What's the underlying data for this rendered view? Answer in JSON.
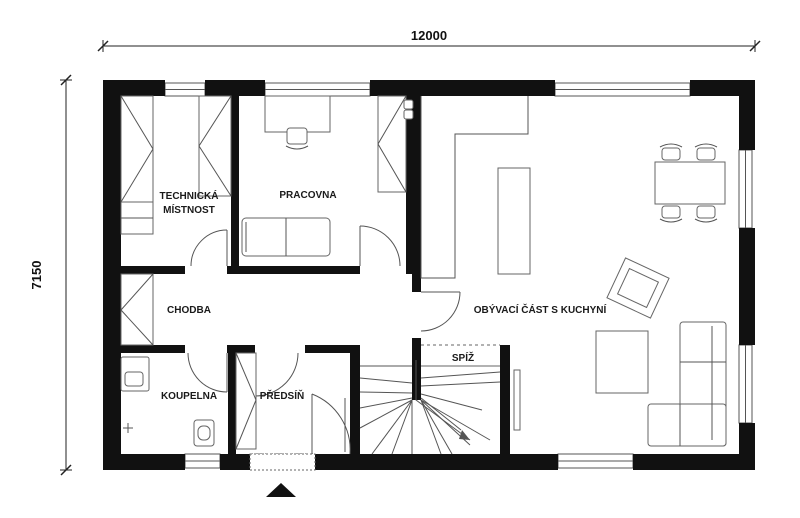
{
  "dimensions": {
    "width": "12000",
    "height": "7150"
  },
  "rooms": {
    "technicka_line1": "TECHNICKÁ",
    "technicka_line2": "MÍSTNOST",
    "pracovna": "PRACOVNA",
    "chodba": "CHODBA",
    "obyvaci": "OBÝVACÍ ČÁST S KUCHYNÍ",
    "spiz": "SPÍŽ",
    "koupelna": "KOUPELNA",
    "predsin": "PŘEDSÍŇ"
  },
  "colors": {
    "wall": "#111111",
    "line": "#555555",
    "background": "#ffffff"
  },
  "icons": [
    "entrance-arrow-icon"
  ]
}
